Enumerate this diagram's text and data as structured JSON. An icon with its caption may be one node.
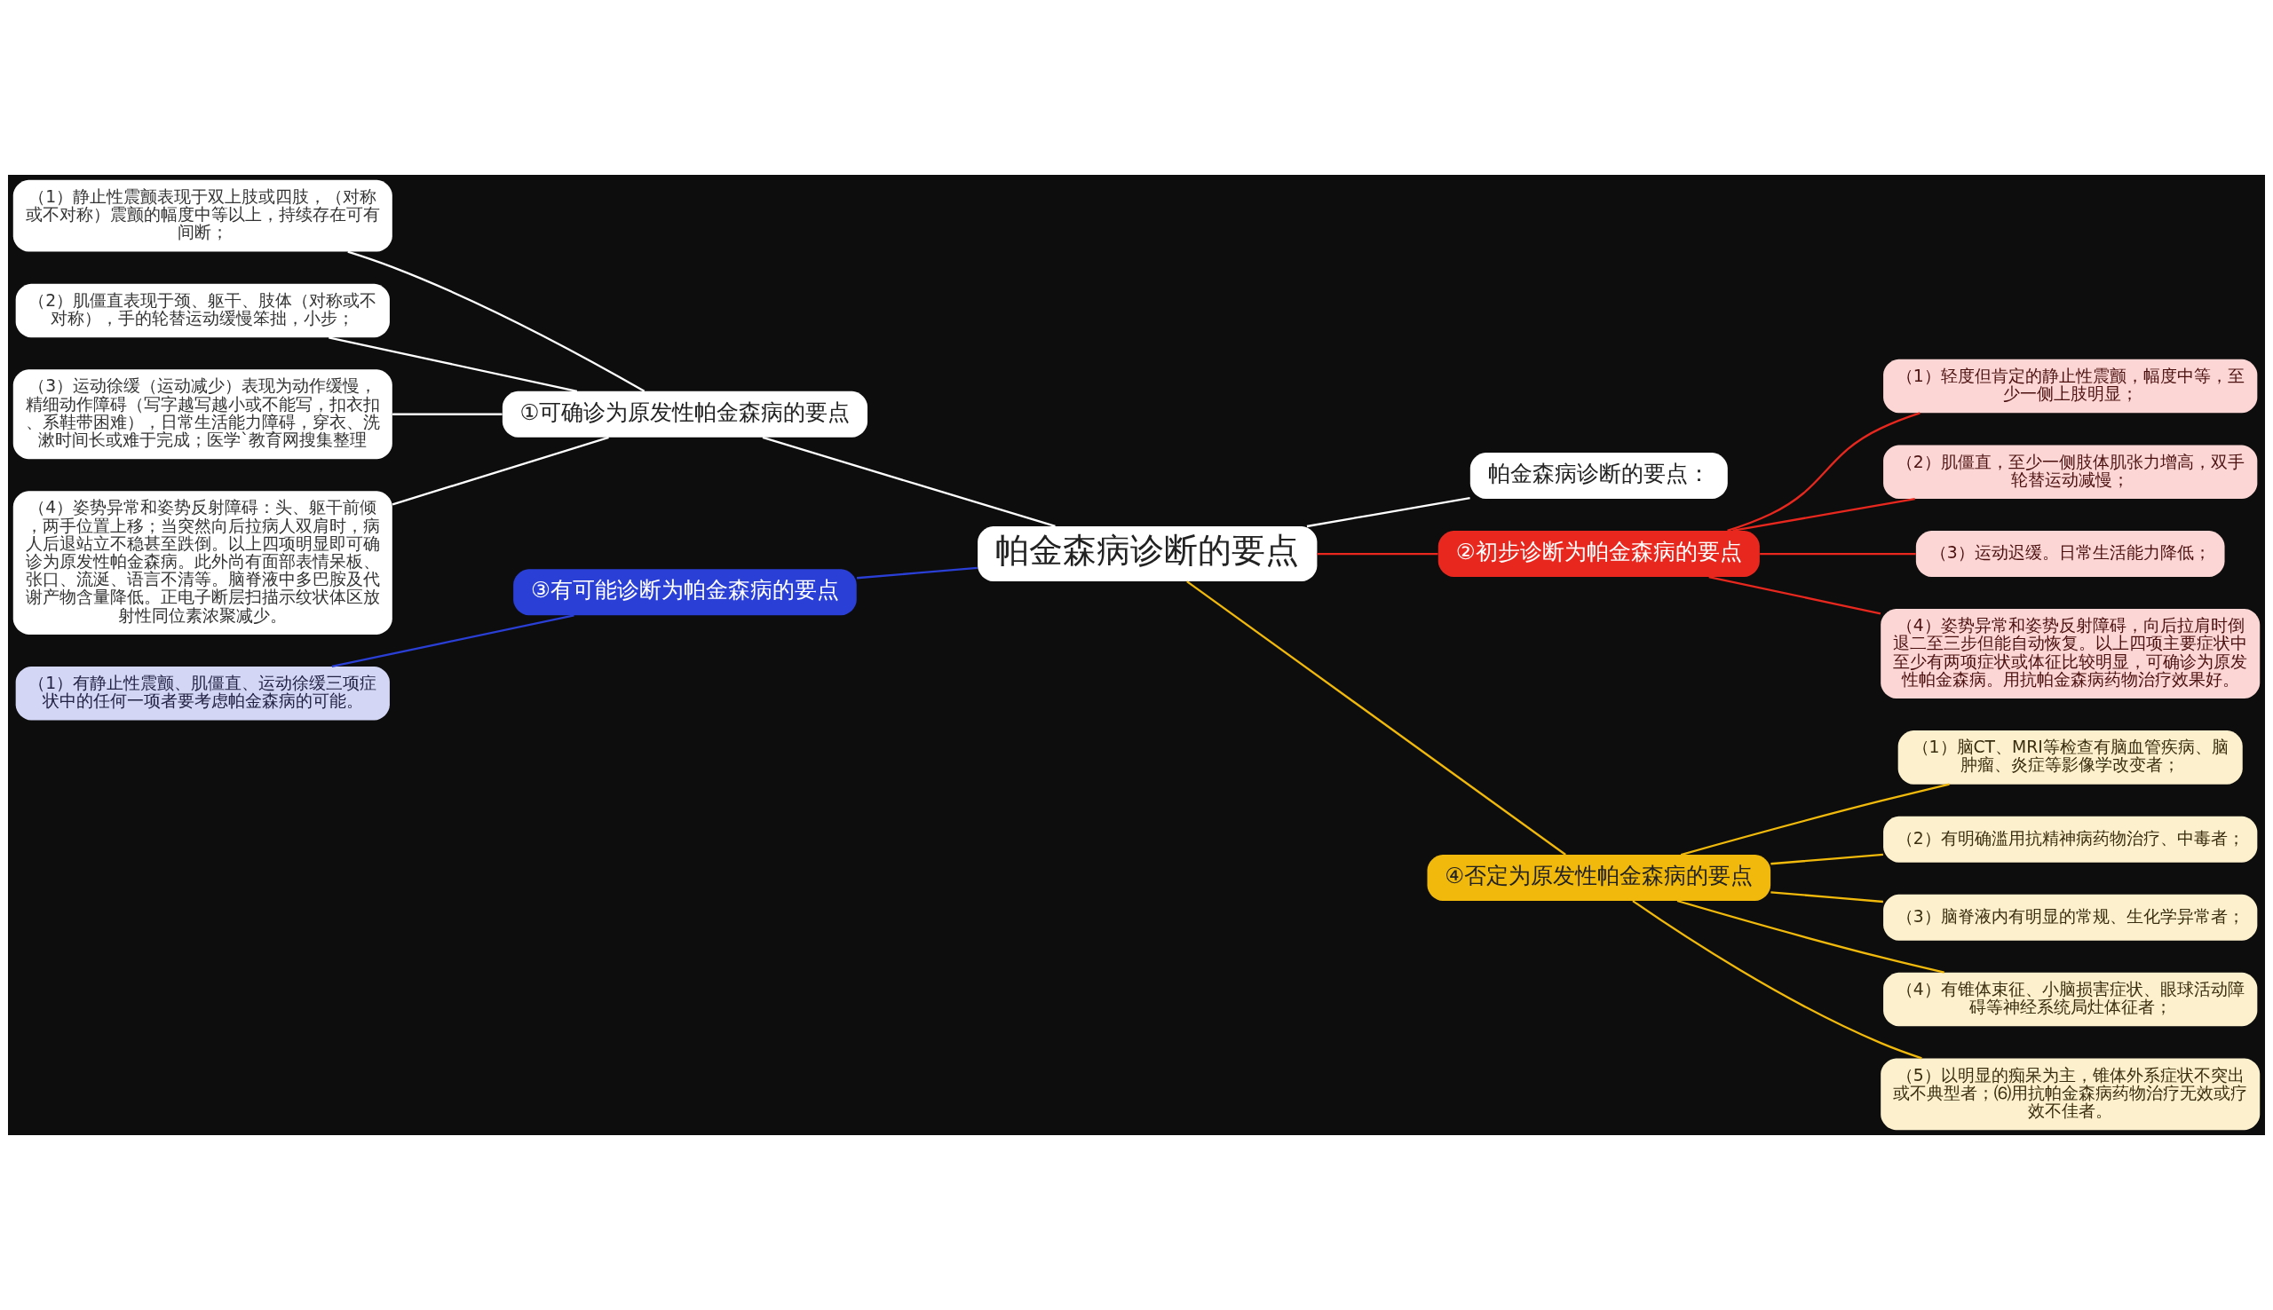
{
  "diagram": {
    "nodes": [
      {
        "text": [
          "帕金森病诊断的要点"
        ]
      },
      {
        "text": [
          "帕金森病诊断的要点："
        ]
      },
      {
        "text": [
          "①可确诊为原发性帕金森病的要点"
        ]
      },
      {
        "text": [
          "（1）静止性震颤表现于双上肢或四肢，（对称或不对称）震颤的幅度中等以上，持续存在可有间断；"
        ]
      },
      {
        "text": [
          "（2）肌僵直表现于颈、躯干、肢体（对称或不对称），手的轮替运动缓慢笨拙，小步；"
        ]
      },
      {
        "text": [
          "（3）运动徐缓（运动减少）表现为动作缓慢，精细动作障碍（写字越写越小或不能写，扣衣扣、系鞋带困难），日常生活能力障碍，穿衣、洗漱时间长或难于完成；医学`教育网搜集整理"
        ]
      },
      {
        "text": [
          "（4）姿势异常和姿势反射障碍：头、躯干前倾，两手位置上移；当突然向后拉病人双肩时，病人后退站立不稳甚至跌倒。以上四项明显即可确诊为原发性帕金森病。此外尚有面部表情呆板、张口、流涎、语言不清等。脑脊液中多巴胺及代谢产物含量降低。正电子断层扫描示纹状体区放射性同位素浓聚减少。"
        ]
      },
      {
        "text": [
          "②初步诊断为帕金森病的要点"
        ]
      },
      {
        "text": [
          "（1）轻度但肯定的静止性震颤，幅度中等，至少一侧上肢明显；"
        ]
      },
      {
        "text": [
          "（2）肌僵直，至少一侧肢体肌张力增高，双手轮替运动减慢；"
        ]
      },
      {
        "text": [
          "（3）运动迟缓。日常生活能力降低；"
        ]
      },
      {
        "text": [
          "（4）姿势异常和姿势反射障碍，向后拉肩时倒退二至三步但能自动恢复。以上四项主要症状中至少有两项症状或体征比较明显，可确诊为原发性帕金森病。用抗帕金森病药物治疗效果好。"
        ]
      },
      {
        "text": [
          "③有可能诊断为帕金森病的要点"
        ]
      },
      {
        "text": [
          "（1）有静止性震颤、肌僵直、运动徐缓三项症状中的任何一项者要考虑帕金森病的可能。"
        ]
      },
      {
        "text": [
          "④否定为原发性帕金森病的要点"
        ]
      },
      {
        "text": [
          "（1）脑CT、MRI等检查有脑血管疾病、脑肿瘤、炎症等影像学改变者；"
        ]
      },
      {
        "text": [
          "（2）有明确滥用抗精神病药物治疗、中毒者；"
        ]
      },
      {
        "text": [
          "（3）脑脊液内有明显的常规、生化学异常者；"
        ]
      },
      {
        "text": [
          "（4）有锥体束征、小脑损害症状、眼球活动障碍等神经系统局灶体征者；"
        ]
      },
      {
        "text": [
          "（5）以明显的痴呆为主，锥体外系症状不突出或不典型者；⑹用抗帕金森病药物治疗无效或疗效不佳者。"
        ]
      }
    ],
    "edges": [
      {
        "from": 0,
        "to": 1,
        "arrow": "none"
      },
      {
        "from": 0,
        "to": 2,
        "arrow": "none"
      },
      {
        "from": 2,
        "to": 3,
        "arrow": "none"
      },
      {
        "from": 2,
        "to": 4,
        "arrow": "none"
      },
      {
        "from": 2,
        "to": 5,
        "arrow": "none"
      },
      {
        "from": 2,
        "to": 6,
        "arrow": "none"
      },
      {
        "from": 0,
        "to": 7,
        "arrow": "none",
        "color": "#e8281e"
      },
      {
        "from": 7,
        "to": 8,
        "arrow": "none",
        "color": "#e8281e"
      },
      {
        "from": 7,
        "to": 9,
        "arrow": "none",
        "color": "#e8281e"
      },
      {
        "from": 7,
        "to": 10,
        "arrow": "none",
        "color": "#e8281e"
      },
      {
        "from": 7,
        "to": 11,
        "arrow": "none",
        "color": "#e8281e"
      },
      {
        "from": 0,
        "to": 12,
        "arrow": "none",
        "color": "#2a3fd6"
      },
      {
        "from": 12,
        "to": 13,
        "arrow": "none",
        "color": "#2a3fd6"
      },
      {
        "from": 0,
        "to": 14,
        "arrow": "none",
        "color": "#f0b90b"
      },
      {
        "from": 14,
        "to": 15,
        "arrow": "none",
        "color": "#f0b90b"
      },
      {
        "from": 14,
        "to": 16,
        "arrow": "none",
        "color": "#f0b90b"
      },
      {
        "from": 14,
        "to": 17,
        "arrow": "none",
        "color": "#f0b90b"
      },
      {
        "from": 14,
        "to": 18,
        "arrow": "none",
        "color": "#f0b90b"
      },
      {
        "from": 14,
        "to": 19,
        "arrow": "none",
        "color": "#f0b90b"
      }
    ]
  }
}
